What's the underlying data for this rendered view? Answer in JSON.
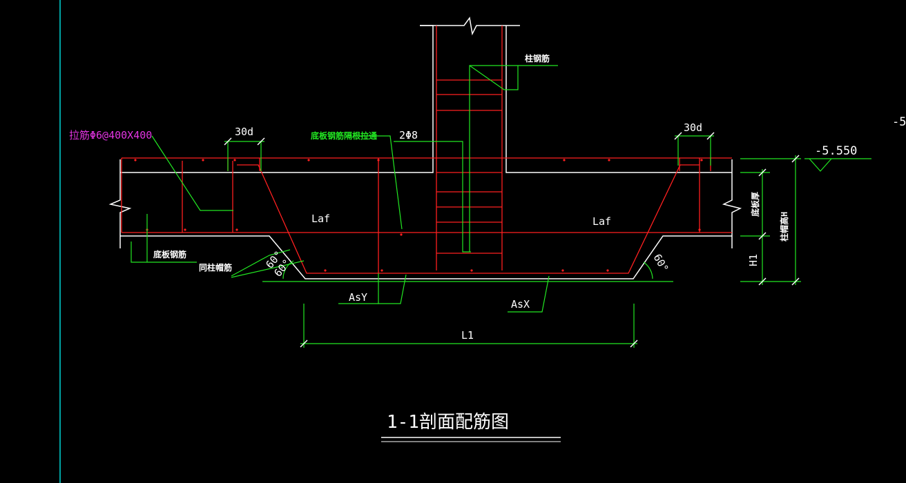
{
  "drawing": {
    "title": "1-1剖面配筋图",
    "background": "#000000",
    "colors": {
      "concrete_outline": "#ffffff",
      "rebar": "#ff2020",
      "leader": "#22e822",
      "annotation": "#e234e2",
      "viewport_line": "#00d8d8"
    }
  },
  "labels": {
    "tie_bar": "拉筋Φ6@400X400",
    "dim_30d_left": "30d",
    "dim_30d_right": "30d",
    "bottom_slab_through": "底板钢筋隔根拉通",
    "two_phi8": "2Φ8",
    "column_rebar": "柱钢筋",
    "elevation": "-5.550",
    "elevation_partial": "-5",
    "slab_thickness": "底板厚",
    "cap_height": "柱帽高H",
    "h1": "H1",
    "laf_left": "Laf",
    "laf_right": "Laf",
    "bottom_slab_rebar": "底板钢筋",
    "cap_rebar": "同柱帽筋",
    "angle_left_upper": "60°",
    "angle_left_lower": "60°",
    "angle_right": "60°",
    "asy": "AsY",
    "asx": "AsX",
    "l1": "L1"
  }
}
